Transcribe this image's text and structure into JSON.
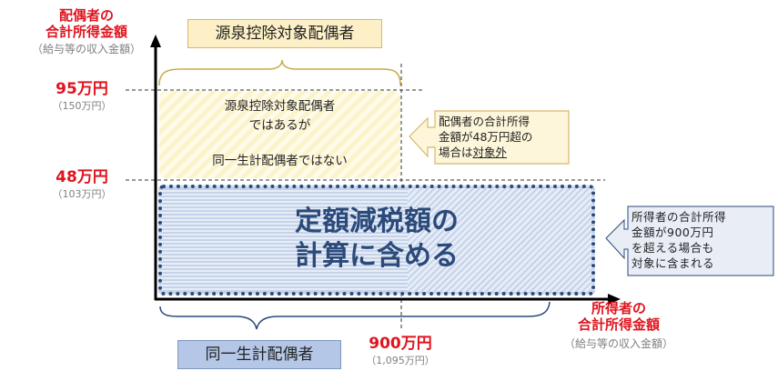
{
  "y_axis": {
    "title_line1": "配偶者の",
    "title_line2": "合計所得金額",
    "subtitle": "（給与等の収入金額）",
    "ticks": [
      {
        "label": "95万円",
        "sub": "（150万円）"
      },
      {
        "label": "48万円",
        "sub": "（103万円）"
      }
    ]
  },
  "x_axis": {
    "title_line1": "所得者の",
    "title_line2": "合計所得金額",
    "subtitle": "（給与等の収入金額）",
    "tick": {
      "label": "900万円",
      "sub": "（1,095万円）"
    }
  },
  "top_label": "源泉控除対象配偶者",
  "bottom_label": "同一生計配偶者",
  "yellow_region": {
    "line1": "源泉控除対象配偶者",
    "line2": "ではあるが",
    "line3": "同一生計配偶者ではない"
  },
  "blue_region": {
    "line1": "定額減税額の",
    "line2": "計算に含める"
  },
  "callout_yellow": {
    "line1": "配偶者の合計所得",
    "line2": "金額が48万円超の",
    "line3_prefix": "場合は",
    "line3_underlined": "対象外"
  },
  "callout_blue": {
    "line1": "所得者の合計所得",
    "line2": "金額が900万円",
    "line3": "を超える場合も",
    "line4": "対象に含まれる"
  },
  "colors": {
    "accent_red": "#e0141e",
    "navy": "#2b4a7a",
    "yellow_fill": "#fdf0c6",
    "blue_fill": "#b4c7e7",
    "brace_gold": "#c9a94a",
    "brace_navy": "#2b4a7a"
  }
}
